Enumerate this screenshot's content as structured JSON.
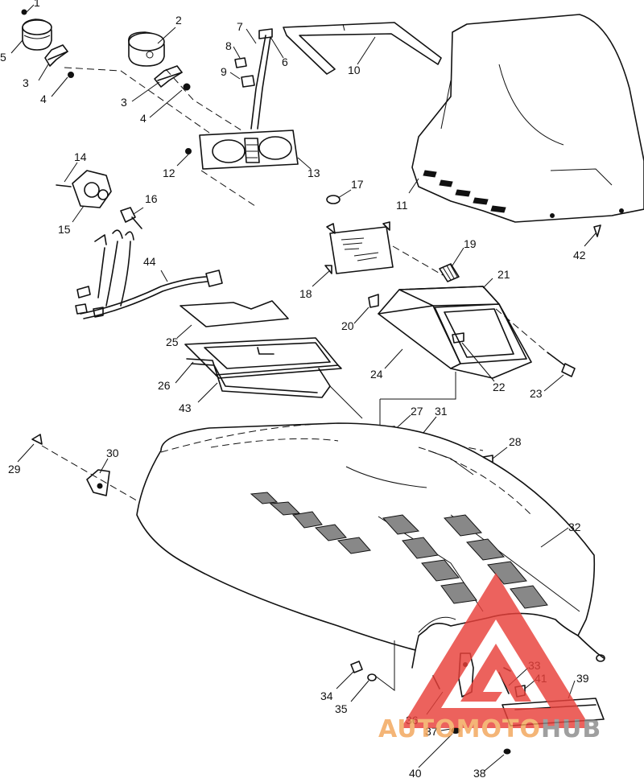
{
  "callouts": [
    "1",
    "2",
    "3",
    "3",
    "4",
    "4",
    "5",
    "6",
    "7",
    "8",
    "9",
    "10",
    "11",
    "12",
    "13",
    "14",
    "15",
    "16",
    "17",
    "18",
    "19",
    "20",
    "21",
    "22",
    "23",
    "24",
    "25",
    "26",
    "27",
    "28",
    "29",
    "30",
    "31",
    "32",
    "33",
    "34",
    "35",
    "36",
    "37",
    "38",
    "39",
    "40",
    "41",
    "42",
    "43",
    "44"
  ],
  "watermark": {
    "text_a": "AUTO",
    "text_b": "MOTO",
    "text_c": "HUB",
    "color_orange": "#f2a65a",
    "color_red": "#e8403a",
    "color_gray": "#8a8a8a"
  }
}
